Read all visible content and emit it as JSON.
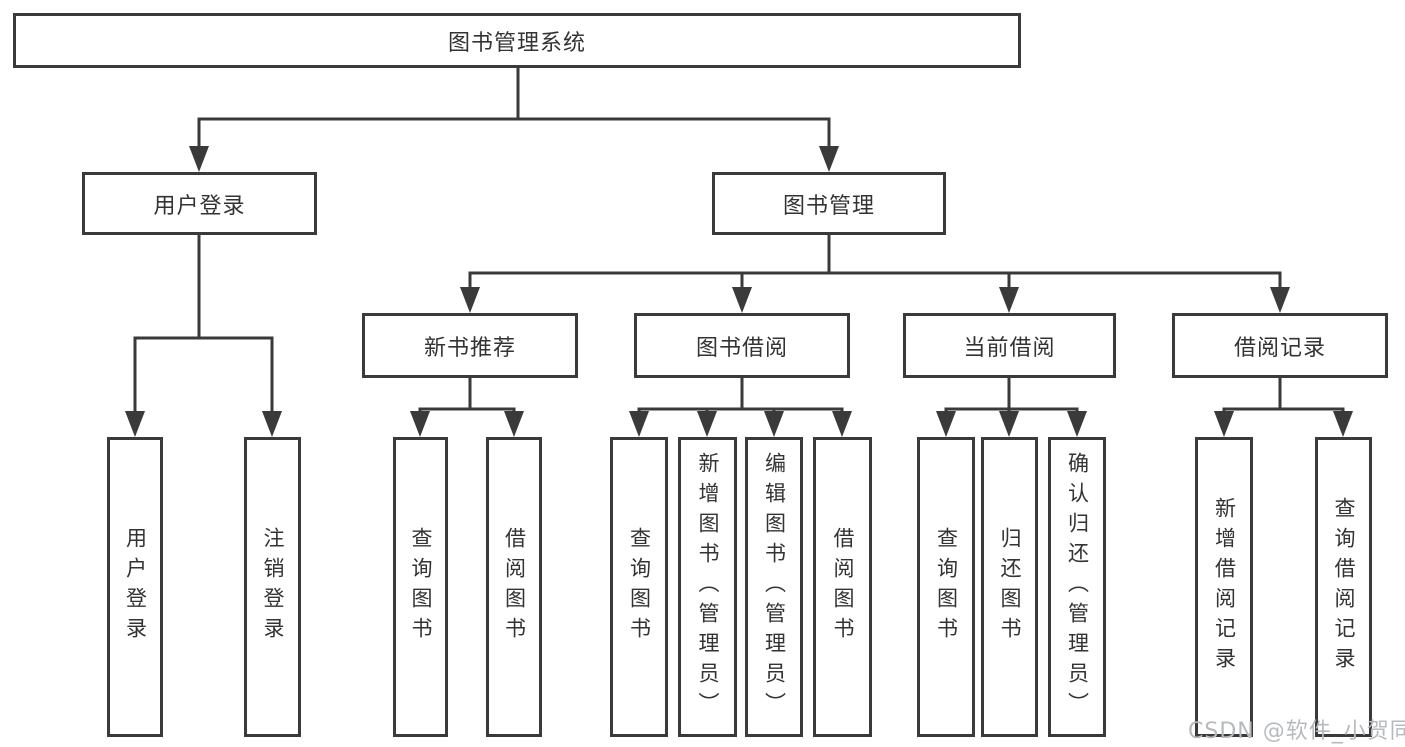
{
  "colors": {
    "background": "#ffffff",
    "line": "#3a3a3a",
    "box_border": "#3a3a3a",
    "text": "#333333",
    "watermark_text": "#b7babd"
  },
  "watermark": "CSDN @软件_小贺同学",
  "diagram": {
    "type": "tree",
    "root": {
      "label": "图书管理系统",
      "children": [
        {
          "label": "用户登录",
          "children": [
            {
              "label": "用户登录"
            },
            {
              "label": "注销登录"
            }
          ]
        },
        {
          "label": "图书管理",
          "children": [
            {
              "label": "新书推荐",
              "children": [
                {
                  "label": "查询图书"
                },
                {
                  "label": "借阅图书"
                }
              ]
            },
            {
              "label": "图书借阅",
              "children": [
                {
                  "label": "查询图书"
                },
                {
                  "label": "新增图书（管理员）"
                },
                {
                  "label": "编辑图书（管理员）"
                },
                {
                  "label": "借阅图书"
                }
              ]
            },
            {
              "label": "当前借阅",
              "children": [
                {
                  "label": "查询图书"
                },
                {
                  "label": "归还图书"
                },
                {
                  "label": "确认归还（管理员）"
                }
              ]
            },
            {
              "label": "借阅记录",
              "children": [
                {
                  "label": "新增借阅记录"
                },
                {
                  "label": "查询借阅记录"
                }
              ]
            }
          ]
        }
      ]
    }
  }
}
